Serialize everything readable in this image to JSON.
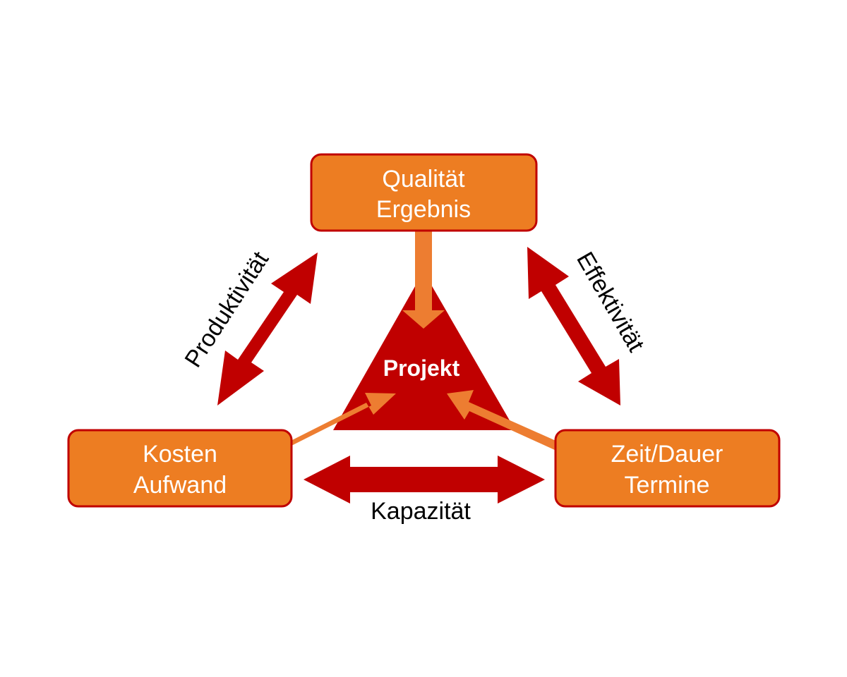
{
  "colors": {
    "box_fill": "#ED7D22",
    "box_border": "#C00000",
    "triangle": "#C00000",
    "flow_arrow": "#ED7D31",
    "double_arrow": "#C00000",
    "box_text": "#FFFFFF",
    "label_text": "#000000"
  },
  "center": {
    "label": "Projekt"
  },
  "nodes": {
    "quality": {
      "line1": "Qualität",
      "line2": "Ergebnis"
    },
    "cost": {
      "line1": "Kosten",
      "line2": "Aufwand"
    },
    "time": {
      "line1": "Zeit/Dauer",
      "line2": "Termine"
    }
  },
  "edges": {
    "quality_cost": {
      "label": "Produktivität"
    },
    "quality_time": {
      "label": "Effektivität"
    },
    "cost_time": {
      "label": "Kapazität"
    }
  },
  "icons": {
    "flow_arrow": "arrow-icon",
    "double_arrow": "double-arrow-icon"
  }
}
